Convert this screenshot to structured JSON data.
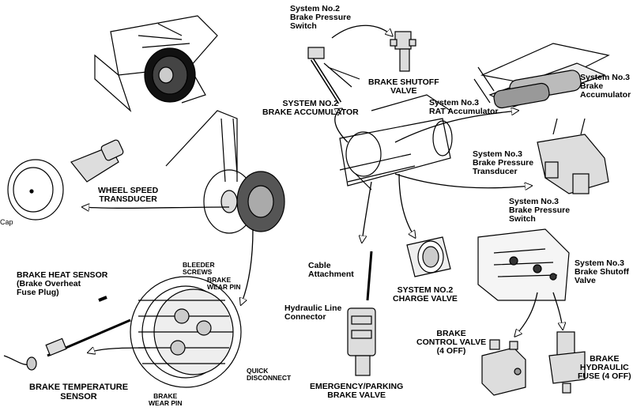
{
  "labels": {
    "sys2_switch": "System No.2\nBrake Pressure\nSwitch",
    "shutoff_valve": "BRAKE SHUTOFF\nVALVE",
    "sys2_accumulator": "SYSTEM NO.2\nBRAKE ACCUMULATOR",
    "sys3_rat": "System No.3\nRAT Accumulator",
    "sys3_accumulator": "System No.3\nBrake\nAccumulator",
    "sys3_transducer": "System No.3\nBrake Pressure\nTransducer",
    "wheel_speed": "WHEEL SPEED\nTRANSDUCER",
    "cap": "Cap",
    "sys3_switch": "System No.3\nBrake Pressure\nSwitch",
    "bleeder": "BLEEDER\nSCREWS",
    "wear_pin_top": "BRAKE\nWEAR PIN",
    "heat_sensor": "BRAKE HEAT SENSOR\n(Brake Overheat\nFuse Plug)",
    "cable": "Cable\nAttachment",
    "sys2_charge": "SYSTEM NO.2\nCHARGE VALVE",
    "sys3_shutoff": "System No.3\nBrake Shutoff\nValve",
    "hyd_connector": "Hydraulic Line\nConnector",
    "quick_disconnect": "QUICK\nDISCONNECT",
    "control_valve": "BRAKE\nCONTROL VALVE\n(4 OFF)",
    "hyd_fuse": "BRAKE\nHYDRAULIC\nFUSE (4 OFF)",
    "temp_sensor": "BRAKE TEMPERATURE\nSENSOR",
    "wear_pin_bottom": "BRAKE\nWEAR PIN",
    "emergency_valve": "EMERGENCY/PARKING\nBRAKE VALVE"
  }
}
